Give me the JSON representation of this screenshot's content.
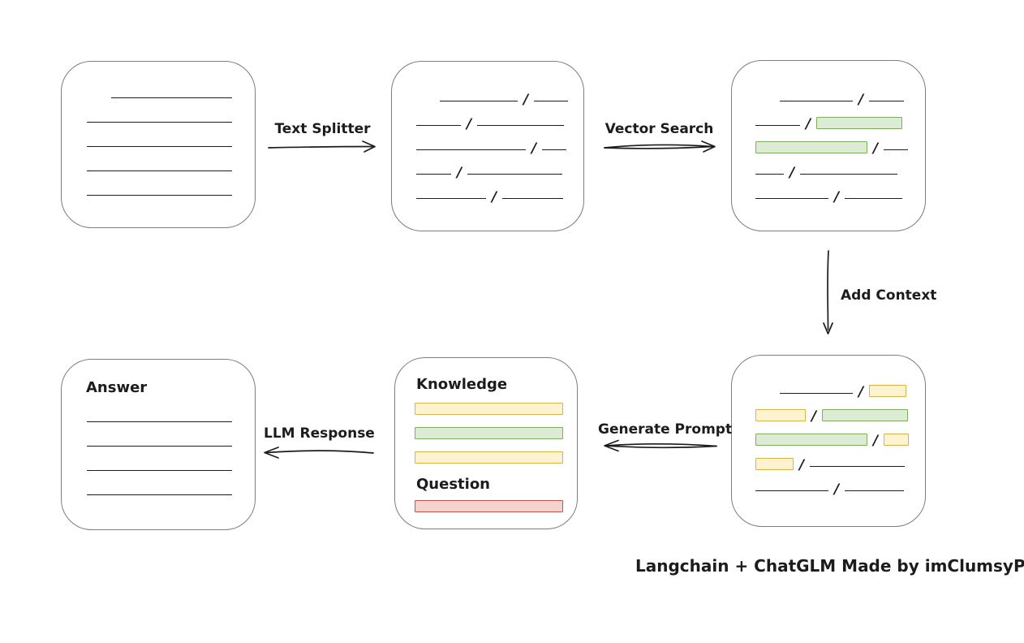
{
  "caption": "Langchain + ChatGLM Made by imClumsyPanda",
  "colors": {
    "line": "#1c1c1c",
    "box_border": "#7d7d7d",
    "green_fill": "#dcebd4",
    "green_border": "#7fae60",
    "yellow_fill": "#fdf3d1",
    "yellow_border": "#d9b44b",
    "red_fill": "#f6d2cd",
    "red_border": "#c05650"
  },
  "labels": {
    "text_splitter": "Text Splitter",
    "vector_search": "Vector Search",
    "add_context": "Add Context",
    "generate_prompt": "Generate Prompt",
    "llm_response": "LLM Response",
    "knowledge": "Knowledge",
    "question": "Question",
    "answer": "Answer"
  },
  "boxes": {
    "source_document": {
      "rows": [
        {
          "indent": 30,
          "segments": [
            {
              "type": "line",
              "w": 149
            }
          ]
        },
        {
          "indent": 0,
          "segments": [
            {
              "type": "line",
              "w": 179
            }
          ]
        },
        {
          "indent": 0,
          "segments": [
            {
              "type": "line",
              "w": 179
            }
          ]
        },
        {
          "indent": 0,
          "segments": [
            {
              "type": "line",
              "w": 179
            }
          ]
        },
        {
          "indent": 0,
          "segments": [
            {
              "type": "line",
              "w": 179
            }
          ]
        }
      ]
    },
    "split_chunks": {
      "rows": [
        {
          "indent": 29,
          "segments": [
            {
              "type": "line",
              "w": 96
            },
            {
              "type": "line",
              "w": 42
            }
          ]
        },
        {
          "indent": 0,
          "segments": [
            {
              "type": "line",
              "w": 55
            },
            {
              "type": "line",
              "w": 107
            }
          ]
        },
        {
          "indent": 0,
          "segments": [
            {
              "type": "line",
              "w": 135
            },
            {
              "type": "line",
              "w": 30
            }
          ]
        },
        {
          "indent": 0,
          "segments": [
            {
              "type": "line",
              "w": 43
            },
            {
              "type": "line",
              "w": 117
            }
          ]
        },
        {
          "indent": 0,
          "segments": [
            {
              "type": "line",
              "w": 86
            },
            {
              "type": "line",
              "w": 75
            }
          ]
        }
      ]
    },
    "vector_matches": {
      "rows": [
        {
          "indent": 30,
          "segments": [
            {
              "type": "line",
              "w": 90
            },
            {
              "type": "line",
              "w": 43
            }
          ]
        },
        {
          "indent": 0,
          "segments": [
            {
              "type": "line",
              "w": 55
            },
            {
              "type": "green",
              "w": 106
            }
          ]
        },
        {
          "indent": 0,
          "segments": [
            {
              "type": "green",
              "w": 138
            },
            {
              "type": "line",
              "w": 30
            }
          ]
        },
        {
          "indent": 0,
          "segments": [
            {
              "type": "line",
              "w": 35
            },
            {
              "type": "line",
              "w": 120
            }
          ]
        },
        {
          "indent": 0,
          "segments": [
            {
              "type": "line",
              "w": 90
            },
            {
              "type": "line",
              "w": 71
            }
          ]
        }
      ]
    },
    "context_chunks": {
      "rows": [
        {
          "indent": 30,
          "segments": [
            {
              "type": "line",
              "w": 90
            },
            {
              "type": "yellow",
              "w": 46
            }
          ]
        },
        {
          "indent": 0,
          "segments": [
            {
              "type": "yellow",
              "w": 62
            },
            {
              "type": "green",
              "w": 106
            }
          ]
        },
        {
          "indent": 0,
          "segments": [
            {
              "type": "green",
              "w": 138
            },
            {
              "type": "yellow",
              "w": 31
            }
          ]
        },
        {
          "indent": 0,
          "segments": [
            {
              "type": "yellow",
              "w": 47
            },
            {
              "type": "line",
              "w": 117
            }
          ]
        },
        {
          "indent": 0,
          "segments": [
            {
              "type": "line",
              "w": 90
            },
            {
              "type": "line",
              "w": 73
            }
          ]
        }
      ]
    },
    "prompt": {
      "knowledge_bars": [
        {
          "indent": 0,
          "segments": [
            {
              "type": "yellow",
              "w": 183
            }
          ]
        },
        {
          "indent": 0,
          "segments": [
            {
              "type": "green",
              "w": 183
            }
          ]
        },
        {
          "indent": 0,
          "segments": [
            {
              "type": "yellow",
              "w": 183
            }
          ]
        }
      ],
      "question_bar": [
        {
          "indent": 0,
          "segments": [
            {
              "type": "red",
              "w": 183
            }
          ]
        }
      ]
    },
    "answer": {
      "rows": [
        {
          "indent": 0,
          "segments": [
            {
              "type": "line",
              "w": 179
            }
          ]
        },
        {
          "indent": 0,
          "segments": [
            {
              "type": "line",
              "w": 179
            }
          ]
        },
        {
          "indent": 0,
          "segments": [
            {
              "type": "line",
              "w": 179
            }
          ]
        },
        {
          "indent": 0,
          "segments": [
            {
              "type": "line",
              "w": 179
            }
          ]
        }
      ]
    }
  }
}
